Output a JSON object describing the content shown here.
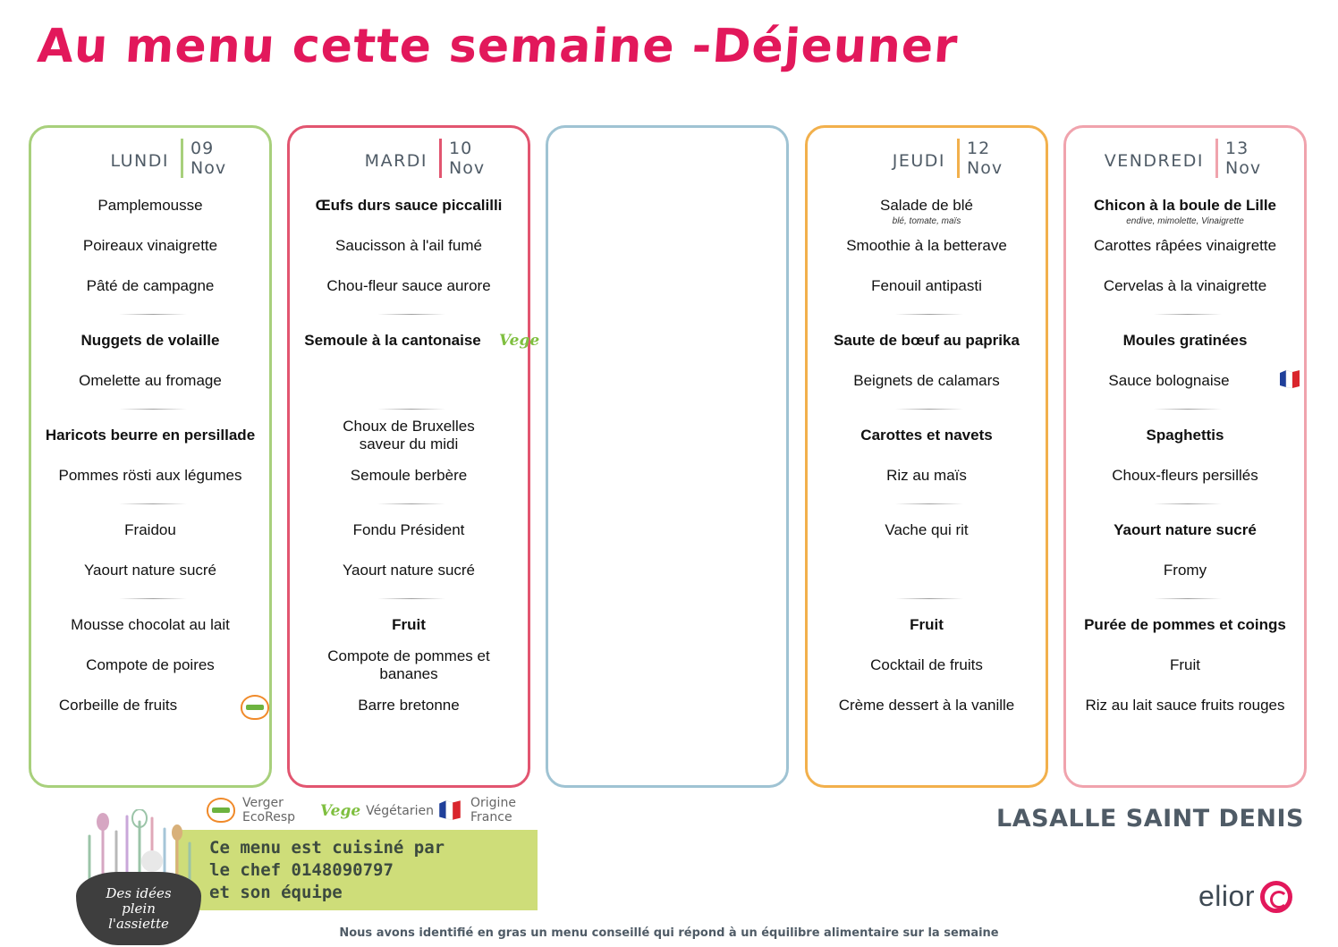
{
  "title": "Au menu cette semaine -Déjeuner",
  "colors": {
    "title": "#e2185b",
    "lundi": "#a8d07c",
    "mardi": "#e25570",
    "mercredi": "#9fc3d3",
    "jeudi": "#f2b04c",
    "vendredi": "#f0a3ad",
    "green_box": "#cedd79"
  },
  "days": {
    "lundi": {
      "name": "LUNDI",
      "day": "09",
      "month": "Nov",
      "items": [
        "Pamplemousse",
        "Poireaux vinaigrette",
        "Pâté de campagne",
        "Nuggets de volaille",
        "Omelette au fromage",
        "Haricots beurre en persillade",
        "Pommes rösti aux légumes",
        "Fraidou",
        "Yaourt nature sucré",
        "Mousse chocolat au lait",
        "Compote de poires",
        "Corbeille de fruits"
      ]
    },
    "mardi": {
      "name": "MARDI",
      "day": "10",
      "month": "Nov",
      "items": [
        "Œufs durs sauce piccalilli",
        "Saucisson à l'ail fumé",
        "Chou-fleur sauce aurore",
        "Semoule à la cantonaise",
        "Choux de Bruxelles",
        "saveur du midi",
        "Semoule berbère",
        "Fondu Président",
        "Yaourt nature sucré",
        "Fruit",
        "Compote de pommes et",
        "bananes",
        "Barre bretonne"
      ]
    },
    "jeudi": {
      "name": "JEUDI",
      "day": "12",
      "month": "Nov",
      "items": [
        "Salade de blé",
        "Smoothie à la betterave",
        "Fenouil antipasti",
        "Saute de bœuf au paprika",
        "Beignets de calamars",
        "Carottes et navets",
        "Riz au maïs",
        "Vache qui rit",
        "Fruit",
        "Cocktail de fruits",
        "Crème dessert à la vanille"
      ],
      "sub": "blé, tomate, maïs"
    },
    "vendredi": {
      "name": "VENDREDI",
      "day": "13",
      "month": "Nov",
      "items": [
        "Chicon à la boule de Lille",
        "Carottes râpées vinaigrette",
        "Cervelas à la vinaigrette",
        "Moules gratinées",
        "Sauce bolognaise",
        "Spaghettis",
        "Choux-fleurs persillés",
        "Yaourt nature sucré",
        "Fromy",
        "Purée de pommes et coings",
        "Fruit",
        "Riz au lait sauce fruits rouges"
      ],
      "sub": "endive, mimolette, Vinaigrette"
    }
  },
  "icons": {
    "vege": "Vege",
    "apple": "apple-icon",
    "flag": "french-flag-icon"
  },
  "legend": {
    "verger": [
      "Verger",
      "EcoResp"
    ],
    "vege": "Végétarien",
    "origine": [
      "Origine",
      "France"
    ]
  },
  "chef": {
    "lines": [
      "Ce menu est cuisiné par",
      "le chef 0148090797",
      "et son équipe"
    ]
  },
  "logo_text": [
    "Des idées plein",
    "l'assiette"
  ],
  "site_name": "LASALLE SAINT DENIS",
  "brand": "elior",
  "footer": "Nous avons identifié en gras un menu conseillé qui répond à un équilibre alimentaire sur la semaine"
}
